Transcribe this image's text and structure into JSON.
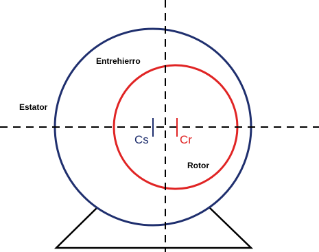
{
  "labels": {
    "stator": "Estator",
    "airgap": "Entrehierro",
    "rotor": "Rotor",
    "stator_center": "Cs",
    "rotor_center": "Cr"
  },
  "colors": {
    "stator": "#1f2f6e",
    "rotor": "#e02424",
    "axes": "#000000",
    "base": "#000000"
  }
}
